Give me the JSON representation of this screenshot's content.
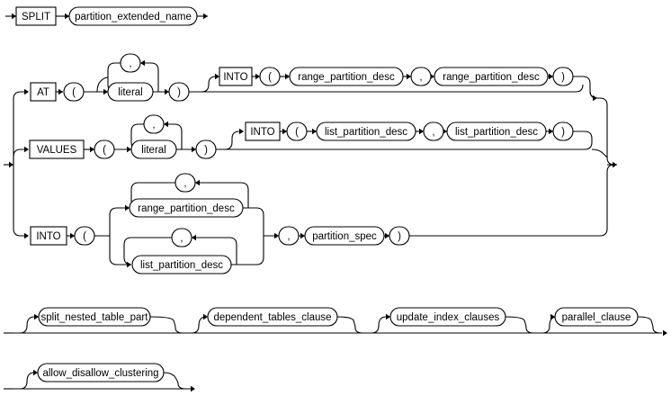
{
  "keywords": {
    "split": "SPLIT",
    "at": "AT",
    "values": "VALUES",
    "into": "INTO"
  },
  "nonterminals": {
    "partition_extended_name": "partition_extended_name",
    "literal": "literal",
    "range_partition_desc": "range_partition_desc",
    "list_partition_desc": "list_partition_desc",
    "partition_spec": "partition_spec",
    "split_nested_table_part": "split_nested_table_part",
    "dependent_tables_clause": "dependent_tables_clause",
    "update_index_clauses": "update_index_clauses",
    "parallel_clause": "parallel_clause",
    "allow_disallow_clustering": "allow_disallow_clustering"
  },
  "symbols": {
    "lparen": "(",
    "rparen": ")",
    "comma": ","
  }
}
